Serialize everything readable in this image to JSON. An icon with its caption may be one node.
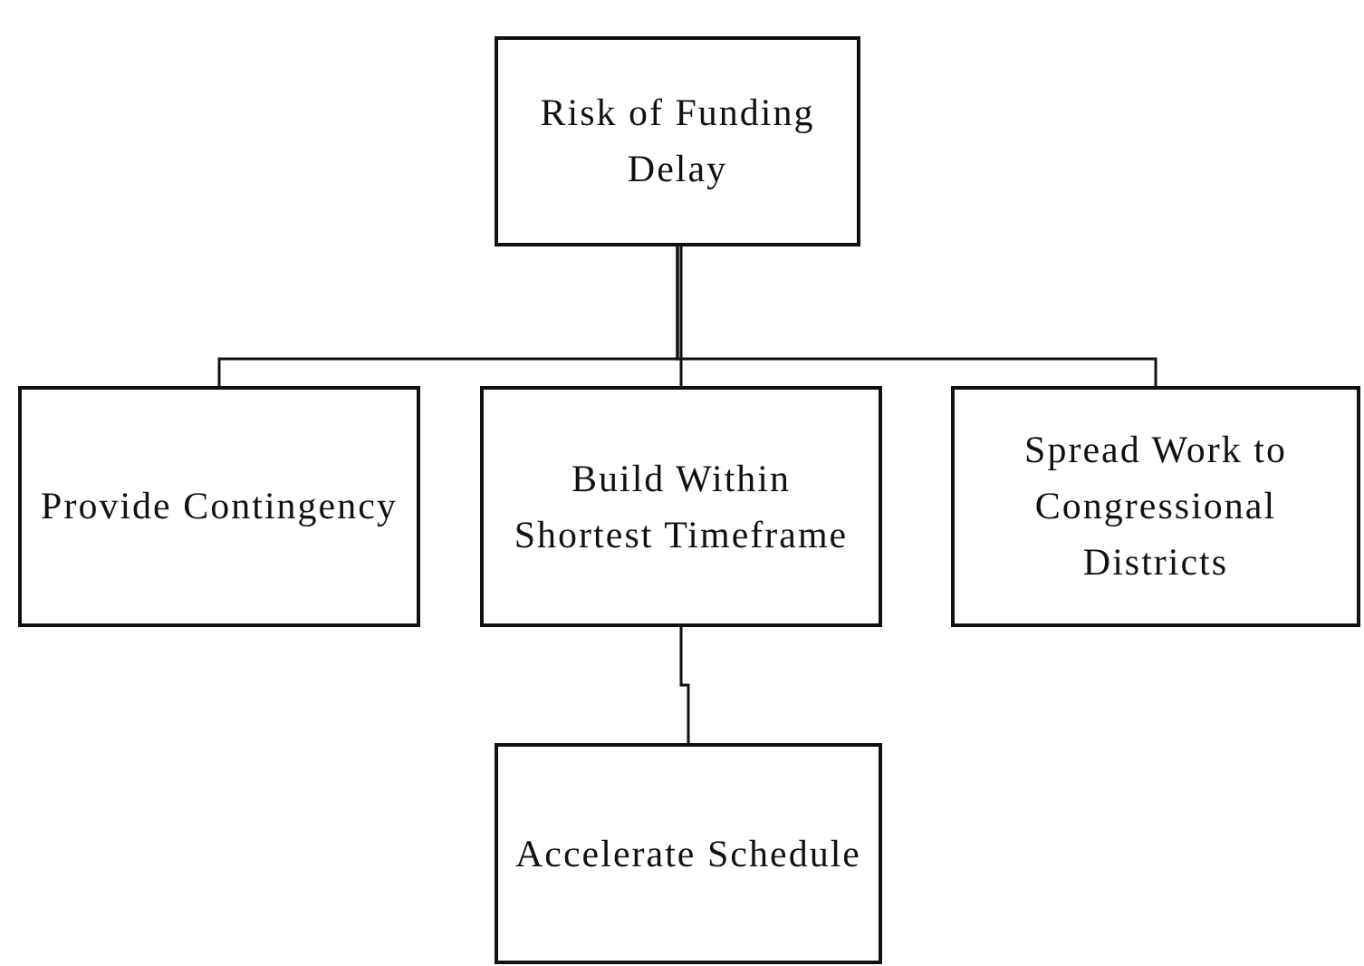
{
  "diagram": {
    "nodes": [
      {
        "text": [
          "Risk of Funding Delay"
        ]
      },
      {
        "text": [
          "Provide Contingency"
        ]
      },
      {
        "text": [
          "Build Within Shortest Timeframe"
        ]
      },
      {
        "text": [
          "Spread Work to Congressional Districts"
        ]
      },
      {
        "text": [
          "Accelerate Schedule"
        ]
      }
    ],
    "edges": [
      {
        "from": 0,
        "to": 1,
        "arrow": "none"
      },
      {
        "from": 0,
        "to": 2,
        "arrow": "none"
      },
      {
        "from": 0,
        "to": 3,
        "arrow": "none"
      },
      {
        "from": 2,
        "to": 4,
        "arrow": "none"
      }
    ]
  }
}
